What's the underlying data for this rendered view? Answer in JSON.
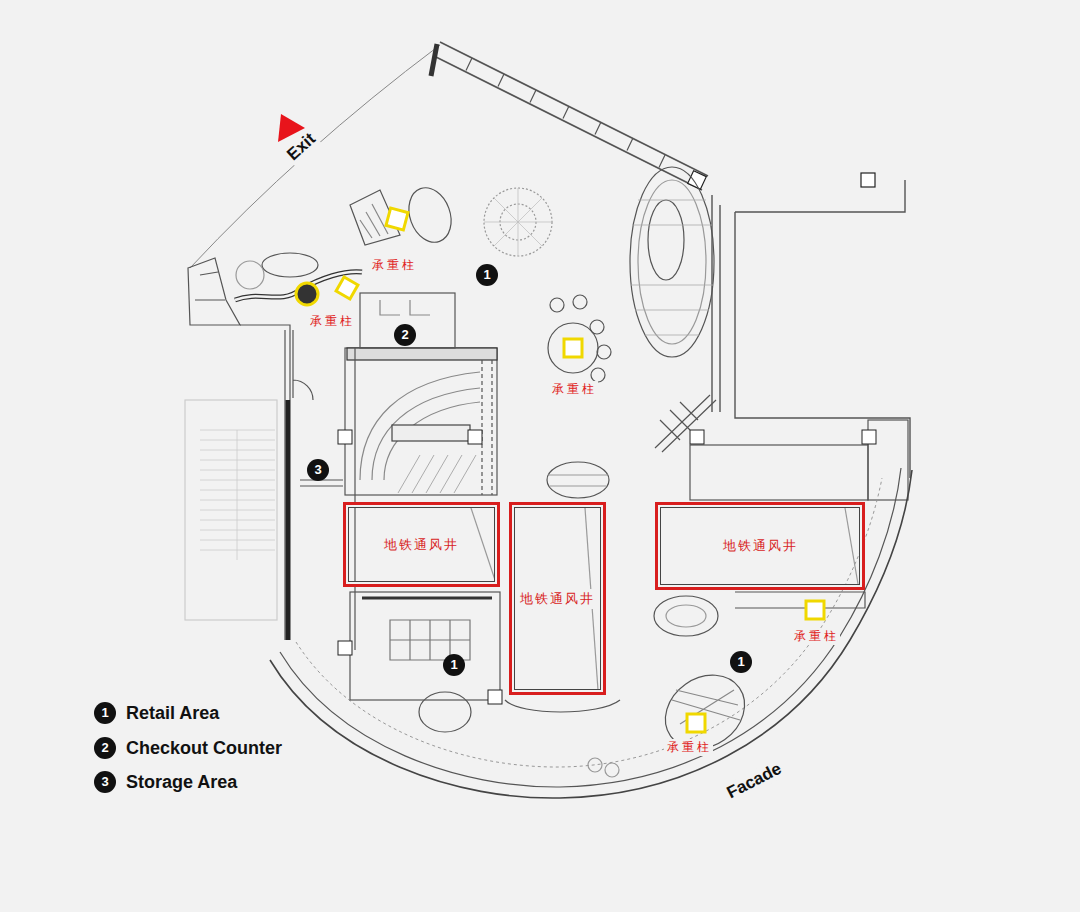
{
  "diagram": {
    "nodes": [
      {
        "text": [
          "地铁通风井"
        ]
      },
      {
        "text": [
          "地铁通风井"
        ]
      },
      {
        "text": [
          "地铁通风井"
        ]
      }
    ],
    "labels": [
      "Exit",
      "承重柱",
      "1",
      "承重柱",
      "2",
      "承重柱",
      "3",
      "承重柱",
      "1",
      "1",
      "承重柱",
      "Facade",
      "1",
      "2",
      "3"
    ],
    "legend": [
      {
        "text": "Retail Area"
      },
      {
        "text": "Checkout Counter"
      },
      {
        "text": "Storage Area"
      }
    ]
  }
}
